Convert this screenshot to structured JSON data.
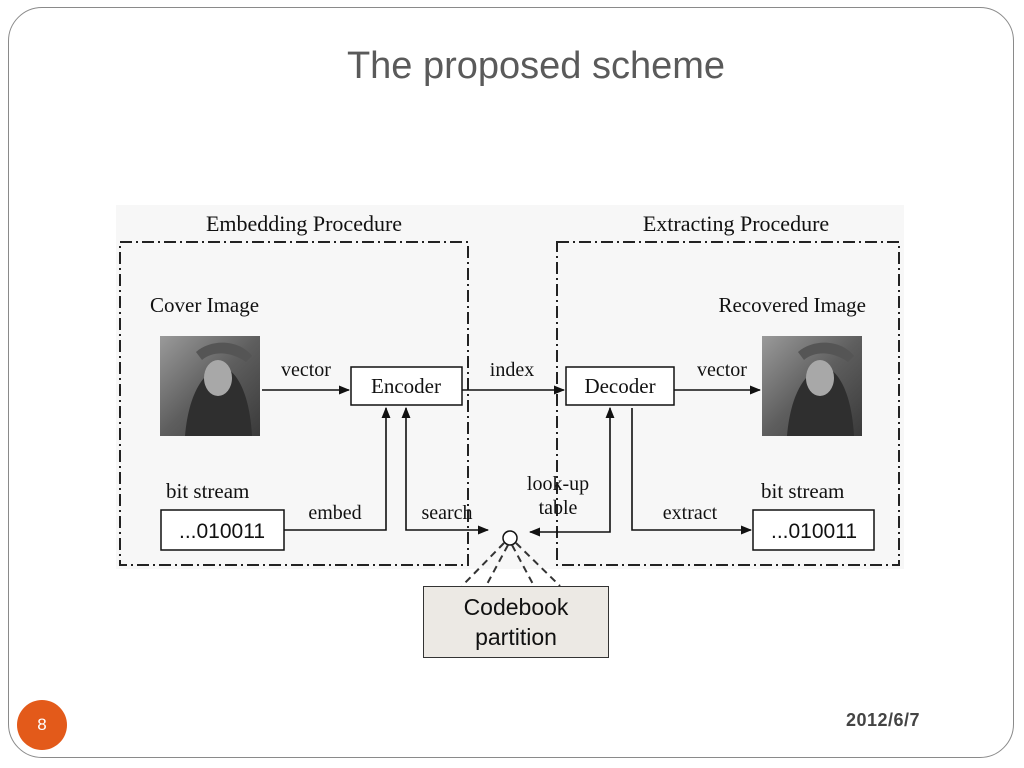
{
  "slide": {
    "title": "The proposed scheme",
    "page_number": "8",
    "date": "2012/6/7"
  },
  "diagram": {
    "embedding_title": "Embedding Procedure",
    "extracting_title": "Extracting Procedure",
    "cover_image_label": "Cover Image",
    "recovered_image_label": "Recovered Image",
    "encoder_label": "Encoder",
    "decoder_label": "Decoder",
    "bit_stream_label_left": "bit stream",
    "bit_stream_label_right": "bit stream",
    "bit_stream_value_left": "...010011",
    "bit_stream_value_right": "...010011",
    "edge_vector_in": "vector",
    "edge_vector_out": "vector",
    "edge_index": "index",
    "edge_embed": "embed",
    "edge_search": "search",
    "edge_lookup_line1": "look-up",
    "edge_lookup_line2": "table",
    "edge_extract": "extract",
    "codebook_line1": "Codebook",
    "codebook_line2": "partition"
  },
  "colors": {
    "badge": "#e35a1a",
    "title": "#5a5a5a",
    "codebook_fill": "#ece9e4"
  }
}
